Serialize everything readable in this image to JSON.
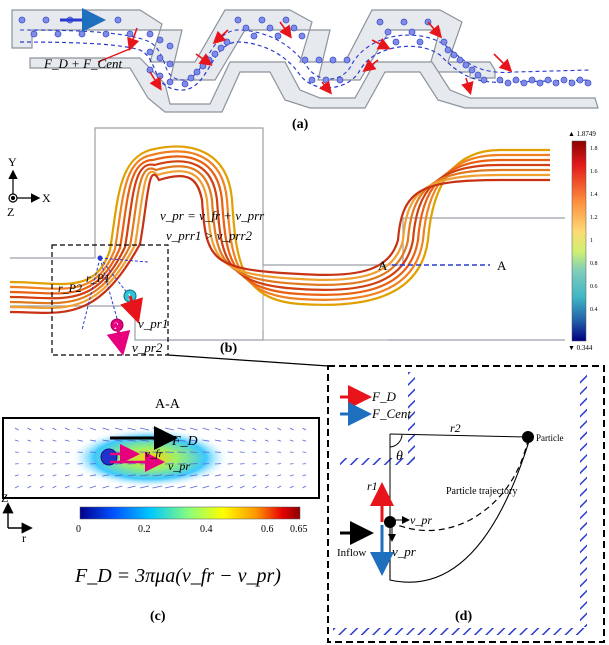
{
  "panels": {
    "a": {
      "label": "(a)",
      "force_label": "F_D + F_Cent"
    },
    "b": {
      "label": "(b)",
      "axis_y": "Y",
      "axis_x": "X",
      "axis_z": "Z",
      "eq1": "v_pr = v_fr + v_prr",
      "eq2": "v_prr1 > v_prr2",
      "section_left": "A",
      "section_right": "A",
      "r_p1": "r_P1",
      "r_p2": "r_P2",
      "particle1": "1",
      "particle2": "2",
      "v_pr1": "v_pr1",
      "v_pr2": "v_pr2",
      "colorbar_top": "▲ 1.8749",
      "colorbar_bottom": "▼ 0.344",
      "colorbar_ticks": [
        "1.8",
        "1.6",
        "1.4",
        "1.2",
        "1",
        "0.8",
        "0.6",
        "0.4"
      ],
      "colorbar_colors": [
        "#8b0000",
        "#e31a1c",
        "#fd8d3c",
        "#fed976",
        "#ffff66",
        "#a6e06a",
        "#41b6c4",
        "#2c7fb8",
        "#253494",
        "#000080"
      ]
    },
    "c": {
      "label": "(c)",
      "title": "A-A",
      "F_D": "F_D",
      "v_fr": "v_fr",
      "v_pr": "v_pr",
      "axis_z": "Z",
      "axis_r": "r",
      "colorbar_ticks": [
        "0",
        "0.2",
        "0.4",
        "0.6",
        "0.65"
      ],
      "colorbar_colors": [
        "#00008b",
        "#0050ff",
        "#00c8ff",
        "#8cff78",
        "#ffff00",
        "#ff9600",
        "#e60000",
        "#8b0000"
      ],
      "formula": "F_D = 3πμa(v_fr − v_pr)"
    },
    "d": {
      "label": "(d)",
      "legend_fd": "F_D",
      "legend_fcent": "F_Cent",
      "legend_fd_color": "#e8141c",
      "legend_fcent_color": "#1f6fbf",
      "theta": "θ",
      "r1": "r1",
      "r2": "r2",
      "particle": "Particle",
      "trajectory": "Particle trajectory",
      "v_pr": "v_pr",
      "v_pr_small": "v_pr",
      "inflow": "Inflow"
    }
  }
}
